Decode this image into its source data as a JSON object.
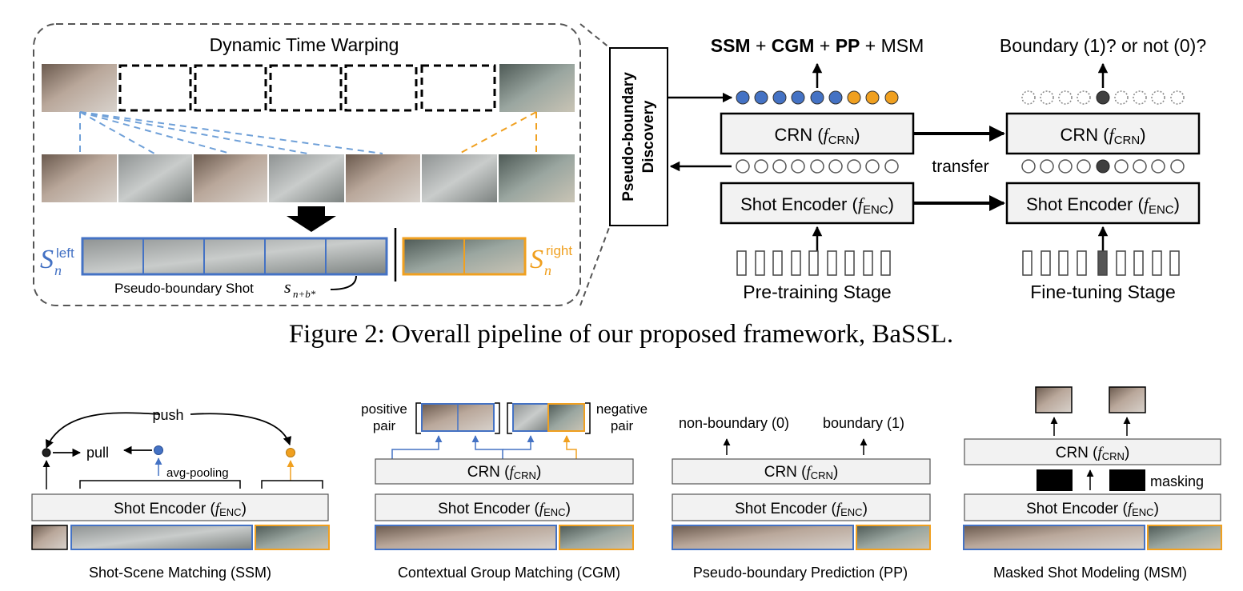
{
  "dtw": {
    "title": "Dynamic Time Warping",
    "s_symbol": "S",
    "s_sub": "n",
    "left_sup": "left",
    "right_sup": "right",
    "pb_shot_label": "Pseudo-boundary Shot",
    "pb_shot_symbol": "s",
    "pb_shot_sub": "n+b*"
  },
  "discovery": {
    "line1": "Pseudo-boundary",
    "line2": "Discovery"
  },
  "pretrain": {
    "tasks": [
      {
        "text": "SSM",
        "bold": true
      },
      {
        "text": " + ",
        "bold": false
      },
      {
        "text": "CGM",
        "bold": true
      },
      {
        "text": " + ",
        "bold": false
      },
      {
        "text": "PP",
        "bold": true
      },
      {
        "text": " + MSM",
        "bold": false
      }
    ],
    "stage_label": "Pre-training Stage"
  },
  "finetune": {
    "question": "Boundary (1)? or not (0)?",
    "stage_label": "Fine-tuning Stage"
  },
  "modules": {
    "crn_prefix": "CRN (",
    "crn_f": "f",
    "crn_sub": "CRN",
    "enc_prefix": "Shot Encoder (",
    "enc_f": "f",
    "enc_sub": "ENC",
    "close": ")"
  },
  "transfer_label": "transfer",
  "caption": "Figure 2: Overall pipeline of our proposed framework, BaSSL.",
  "panels": {
    "ssm": {
      "title": "Shot-Scene Matching (SSM)",
      "push": "push",
      "pull": "pull",
      "avg_pooling": "avg-pooling"
    },
    "cgm": {
      "title": "Contextual Group Matching (CGM)",
      "positive_1": "positive",
      "positive_2": "pair",
      "negative_1": "negative",
      "negative_2": "pair"
    },
    "pp": {
      "title": "Pseudo-boundary Prediction (PP)",
      "non_boundary": "non-boundary (0)",
      "boundary": "boundary (1)"
    },
    "msm": {
      "title": "Masked Shot Modeling (MSM)",
      "masking": "masking"
    }
  },
  "colors": {
    "blue": "#4472c4",
    "orange": "#f0a020",
    "box_fill": "#f2f2f2",
    "dark": "#3f3f3f",
    "dashed": "#555555"
  }
}
